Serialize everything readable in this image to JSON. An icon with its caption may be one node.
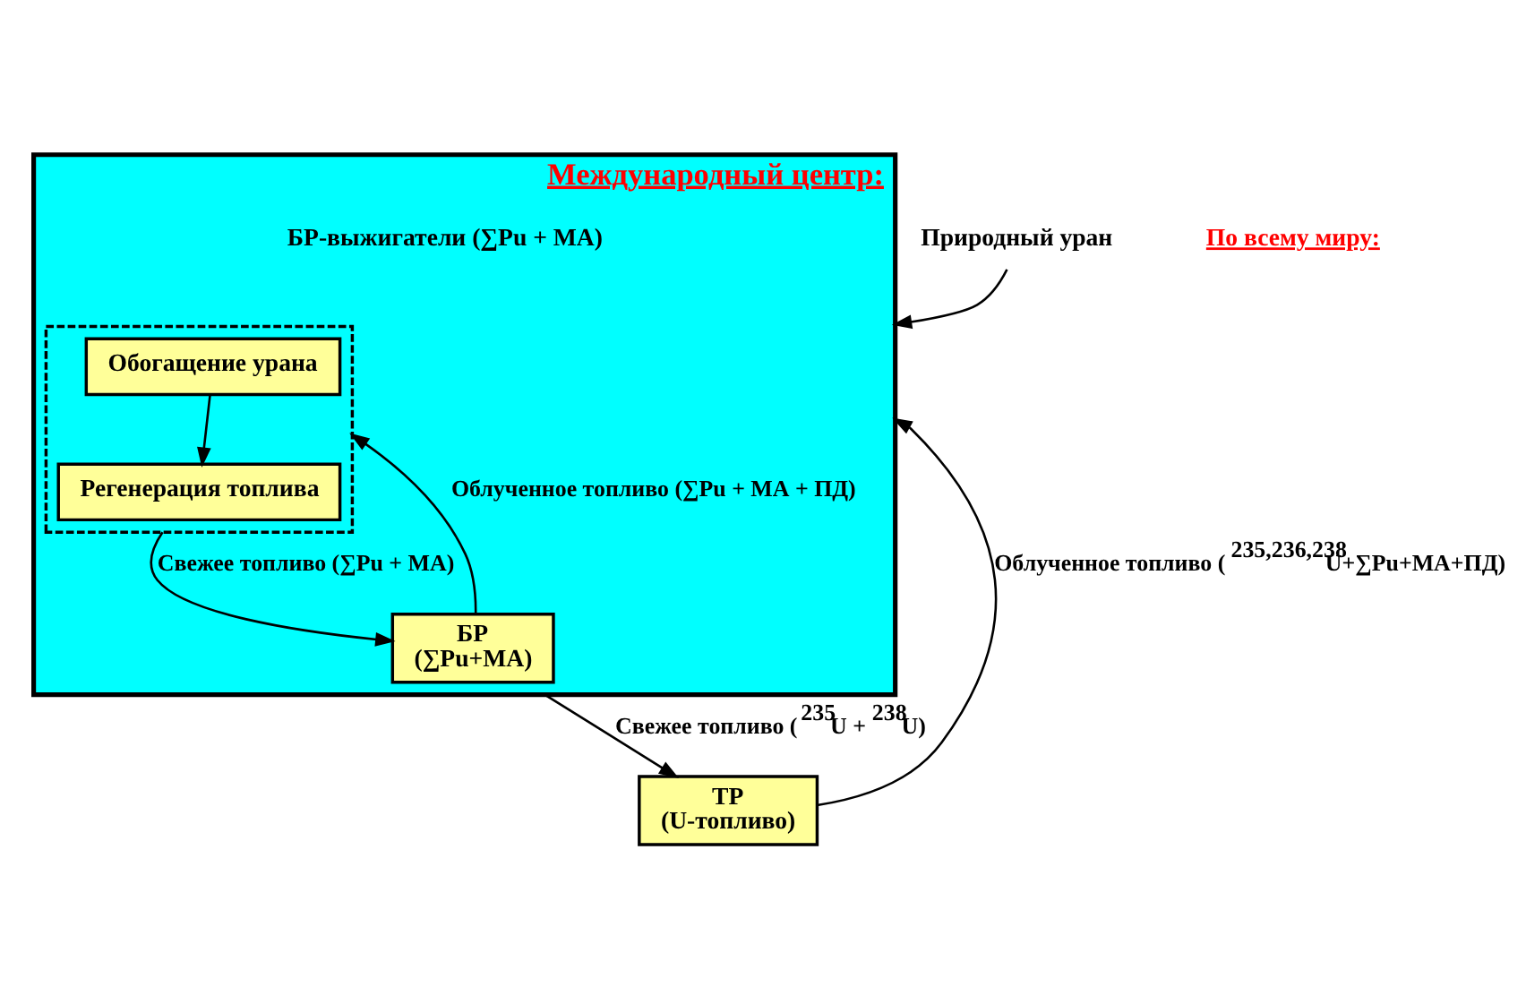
{
  "diagram": {
    "nodes": [
      {
        "text": [
          "Международный центр:"
        ]
      },
      {
        "text": [],
        "shape": "box",
        "in": 0
      },
      {
        "text": [
          "Обогащение урана"
        ],
        "in": 1
      },
      {
        "text": [
          "Регенерация топлива"
        ],
        "in": 1
      },
      {
        "text": [
          "Природный уран"
        ]
      },
      {
        "text": [
          "ТР",
          "(U-топливо)"
        ]
      },
      {
        "text": [
          "БР",
          "(∑Pu+МА)"
        ],
        "in": 0
      }
    ],
    "edges": [
      {
        "from": 4,
        "to": 0,
        "arrow": "to"
      },
      {
        "from": 2,
        "to": 3,
        "arrow": "to"
      },
      {
        "from": 0,
        "to": 5,
        "arrow": "to",
        "label": "Свежее топливо ($^{235}$U + $^{238}$U)"
      },
      {
        "from": 5,
        "to": 0,
        "arrow": "to",
        "label": "Облученное топливо ($^{235,236,238}$U+∑Pu+МА+ПД)"
      },
      {
        "from": 1,
        "to": 6,
        "arrow": "to",
        "label": "Свежее топливо (∑Pu + МА)"
      },
      {
        "from": 6,
        "to": 1,
        "arrow": "to",
        "label": "Облученное топливо (∑Pu + МА + ПД)"
      }
    ],
    "labels": [
      "По всему миру:",
      "БР-выжигатели (∑Pu + МА)"
    ]
  }
}
